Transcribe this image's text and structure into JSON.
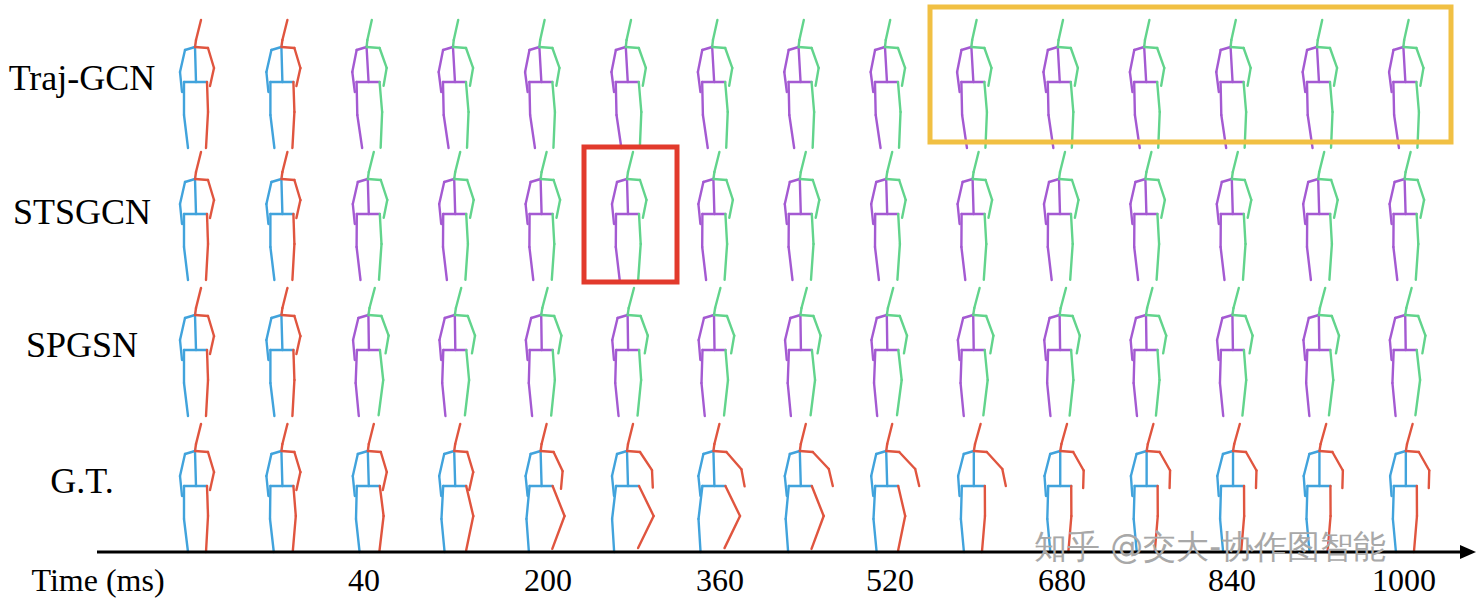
{
  "diagram": {
    "labels": [
      "Traj-GCN",
      "STSGCN",
      "SPGSN",
      "G.T.",
      "Time (ms)",
      "40",
      "200",
      "360",
      "520",
      "680",
      "840",
      "1000",
      "知乎 @交大-协作图智能"
    ]
  }
}
